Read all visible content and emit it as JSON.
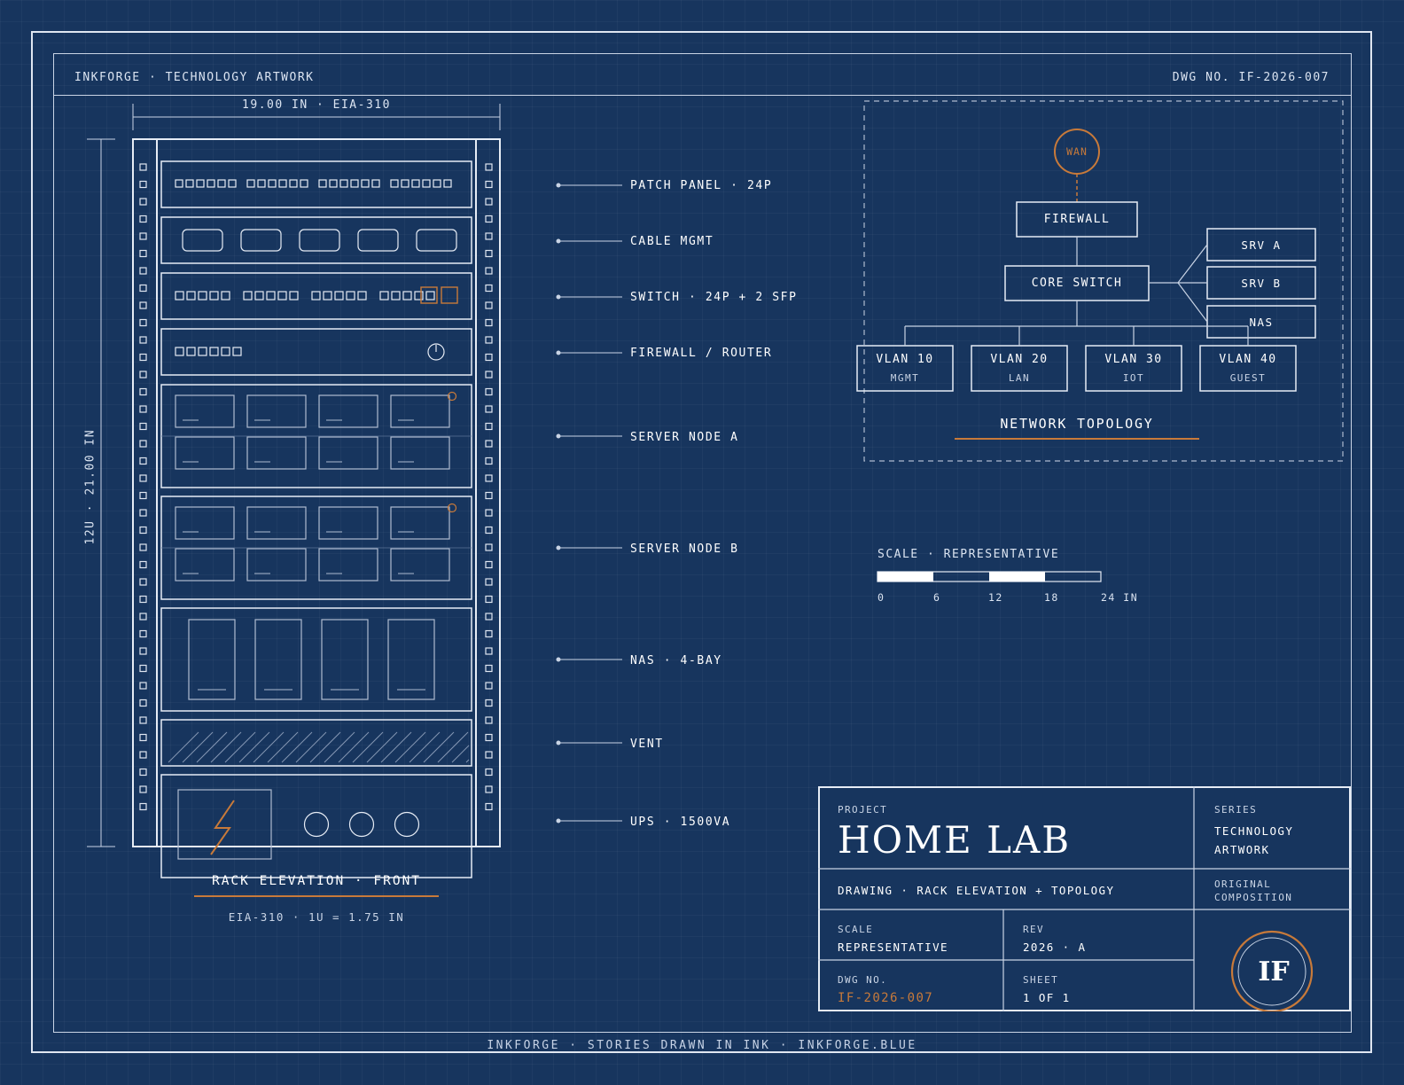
{
  "header": {
    "left": "INKFORGE · TECHNOLOGY ARTWORK",
    "right": "DWG NO. IF-2026-007"
  },
  "rack": {
    "width_dim": "19.00 IN · EIA-310",
    "height_dim": "12U · 21.00 IN",
    "title": "RACK ELEVATION · FRONT",
    "subtitle": "EIA-310 · 1U = 1.75 IN",
    "units": [
      {
        "label": "PATCH PANEL · 24P"
      },
      {
        "label": "CABLE MGMT"
      },
      {
        "label": "SWITCH · 24P + 2 SFP"
      },
      {
        "label": "FIREWALL / ROUTER"
      },
      {
        "label": "SERVER NODE A"
      },
      {
        "label": "SERVER NODE B"
      },
      {
        "label": "NAS · 4-BAY"
      },
      {
        "label": "VENT"
      },
      {
        "label": "UPS · 1500VA"
      }
    ]
  },
  "topology": {
    "title": "NETWORK TOPOLOGY",
    "wan": "WAN",
    "firewall": "FIREWALL",
    "core_switch": "CORE SWITCH",
    "servers": [
      "SRV A",
      "SRV B",
      "NAS"
    ],
    "vlans": [
      {
        "name": "VLAN 10",
        "tag": "MGMT"
      },
      {
        "name": "VLAN 20",
        "tag": "LAN"
      },
      {
        "name": "VLAN 30",
        "tag": "IOT"
      },
      {
        "name": "VLAN 40",
        "tag": "GUEST"
      }
    ]
  },
  "scale": {
    "title": "SCALE · REPRESENTATIVE",
    "ticks": [
      "0",
      "6",
      "12",
      "18",
      "24 IN"
    ]
  },
  "title_block": {
    "project_label": "PROJECT",
    "project": "HOME LAB",
    "series_label": "SERIES",
    "series_line1": "TECHNOLOGY",
    "series_line2": "ARTWORK",
    "drawing": "DRAWING · RACK ELEVATION + TOPOLOGY",
    "original_line1": "ORIGINAL",
    "original_line2": "COMPOSITION",
    "scale_label": "SCALE",
    "scale_value": "REPRESENTATIVE",
    "rev_label": "REV",
    "rev_value": "2026 · A",
    "dwg_label": "DWG NO.",
    "dwg_value": "IF-2026-007",
    "sheet_label": "SHEET",
    "sheet_value": "1 OF 1",
    "seal": "IF"
  },
  "footer": "INKFORGE · STORIES DRAWN IN INK · INKFORGE.BLUE",
  "colors": {
    "background": "#17355e",
    "line": "#e6ecf5",
    "accent": "#c87a3a"
  }
}
